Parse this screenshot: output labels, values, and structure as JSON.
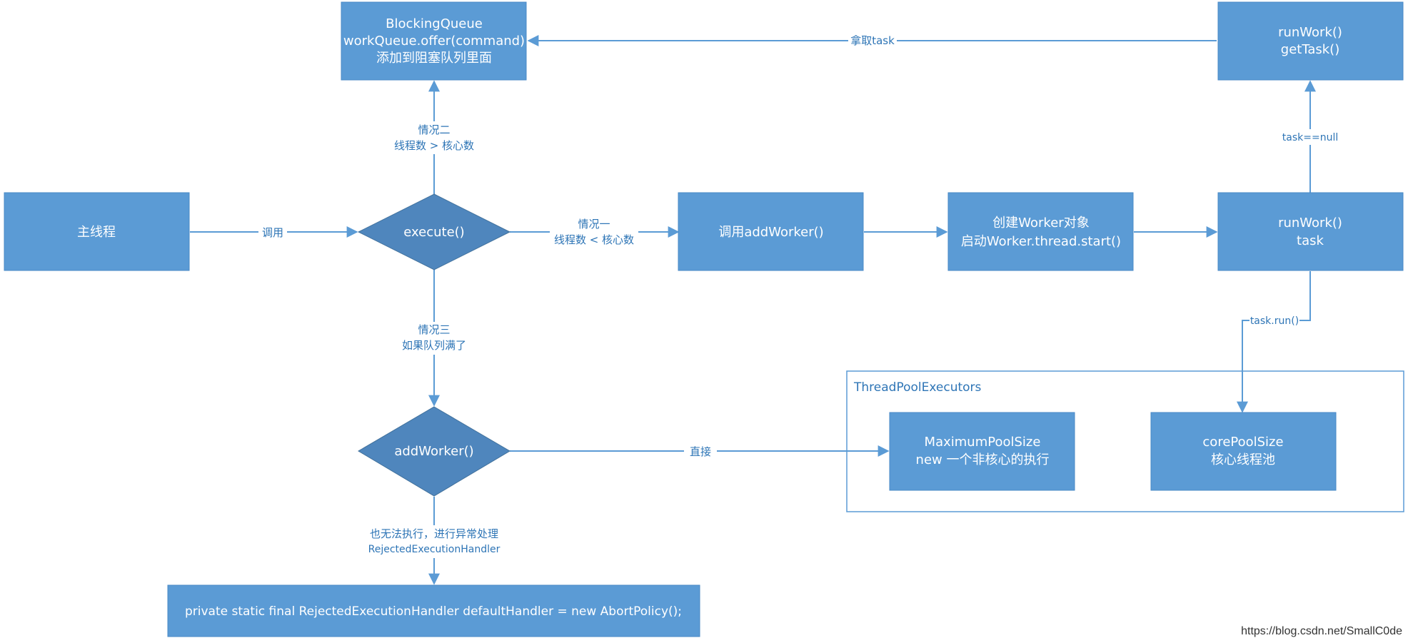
{
  "nodes": {
    "main_thread": "主线程",
    "execute": "execute()",
    "queue": [
      "BlockingQueue",
      "workQueue.offer(command)",
      "添加到阻塞队列里面"
    ],
    "call_add_worker": "调用addWorker()",
    "create_worker": [
      "创建Worker对象",
      "启动Worker.thread.start()"
    ],
    "run_work_task": [
      "runWork()",
      "task"
    ],
    "run_work_get_task": [
      "runWork()",
      "getTask()"
    ],
    "add_worker_diamond": "addWorker()",
    "max_pool": [
      "MaximumPoolSize",
      "new 一个非核心的执行"
    ],
    "core_pool": [
      "corePoolSize",
      "核心线程池"
    ],
    "reject": "private static final RejectedExecutionHandler defaultHandler = new AbortPolicy();"
  },
  "group": {
    "title": "ThreadPoolExecutors"
  },
  "edges": {
    "call": "调用",
    "case1": [
      "情况一",
      "线程数 < 核心数"
    ],
    "case2": [
      "情况二",
      "线程数 > 核心数"
    ],
    "case3": [
      "情况三",
      "如果队列满了"
    ],
    "take_task": "拿取task",
    "task_null": "task==null",
    "task_run": "task.run()",
    "direct": "直接",
    "cannot_run": [
      "也无法执行，进行异常处理",
      "RejectedExecutionHandler"
    ]
  },
  "watermark": "https://blog.csdn.net/SmallC0de"
}
